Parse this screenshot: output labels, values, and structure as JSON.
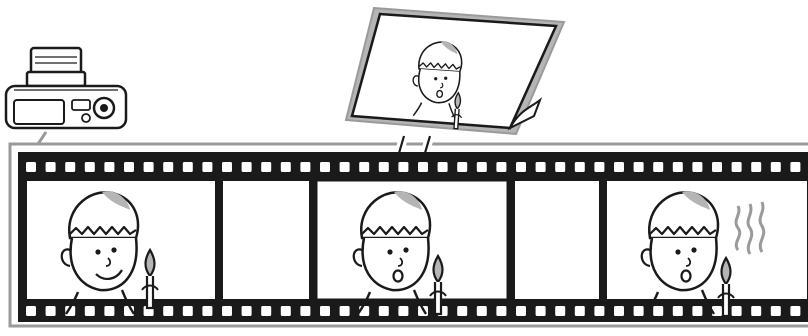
{
  "illustration": {
    "camera": "compact-camera-icon",
    "extracted_photo": "printed-photo-illustration",
    "film_strip": {
      "frames": [
        {
          "subject": "smiling-boy-with-brush"
        },
        {
          "subject": "empty-frame"
        },
        {
          "subject": "surprised-boy-with-brush"
        },
        {
          "subject": "empty-frame"
        },
        {
          "subject": "surprised-boy-with-smoking-brush"
        }
      ]
    }
  },
  "colors": {
    "stroke": "#1a1a1a",
    "hair_highlight": "#b5b5b5",
    "bracket": "#9a9a9a",
    "photo_fill": "#ffffff"
  }
}
